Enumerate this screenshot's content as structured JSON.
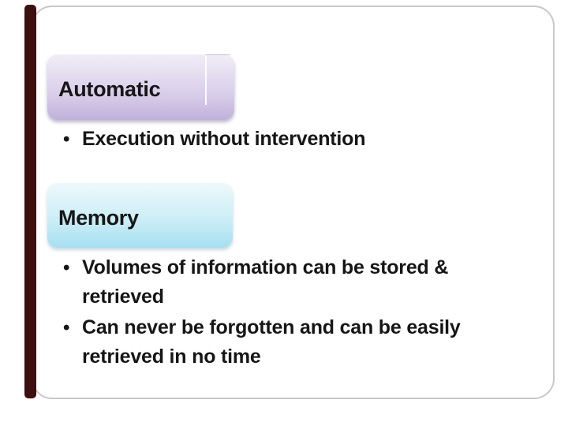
{
  "slide": {
    "kind": "presentation-slide",
    "bullet_glyph": "•"
  },
  "colors": {
    "background": "#ffffff",
    "accent_bar": "#3d0f0f",
    "frame_border": "#c7c7ce",
    "automatic_gradient_top": "#f1edf8",
    "automatic_gradient_bottom": "#c1b1d9",
    "memory_gradient_top": "#edf9fc",
    "memory_gradient_bottom": "#a6dff0",
    "text": "#161616"
  },
  "sections": [
    {
      "header": {
        "label": "Automatic"
      },
      "bullets": [
        {
          "text": "Execution without intervention"
        }
      ]
    },
    {
      "header": {
        "label": "Memory"
      },
      "bullets": [
        {
          "text": "Volumes of information can be stored &\nretrieved"
        },
        {
          "text": "Can never be forgotten and can be easily\nretrieved in no time"
        }
      ]
    }
  ]
}
